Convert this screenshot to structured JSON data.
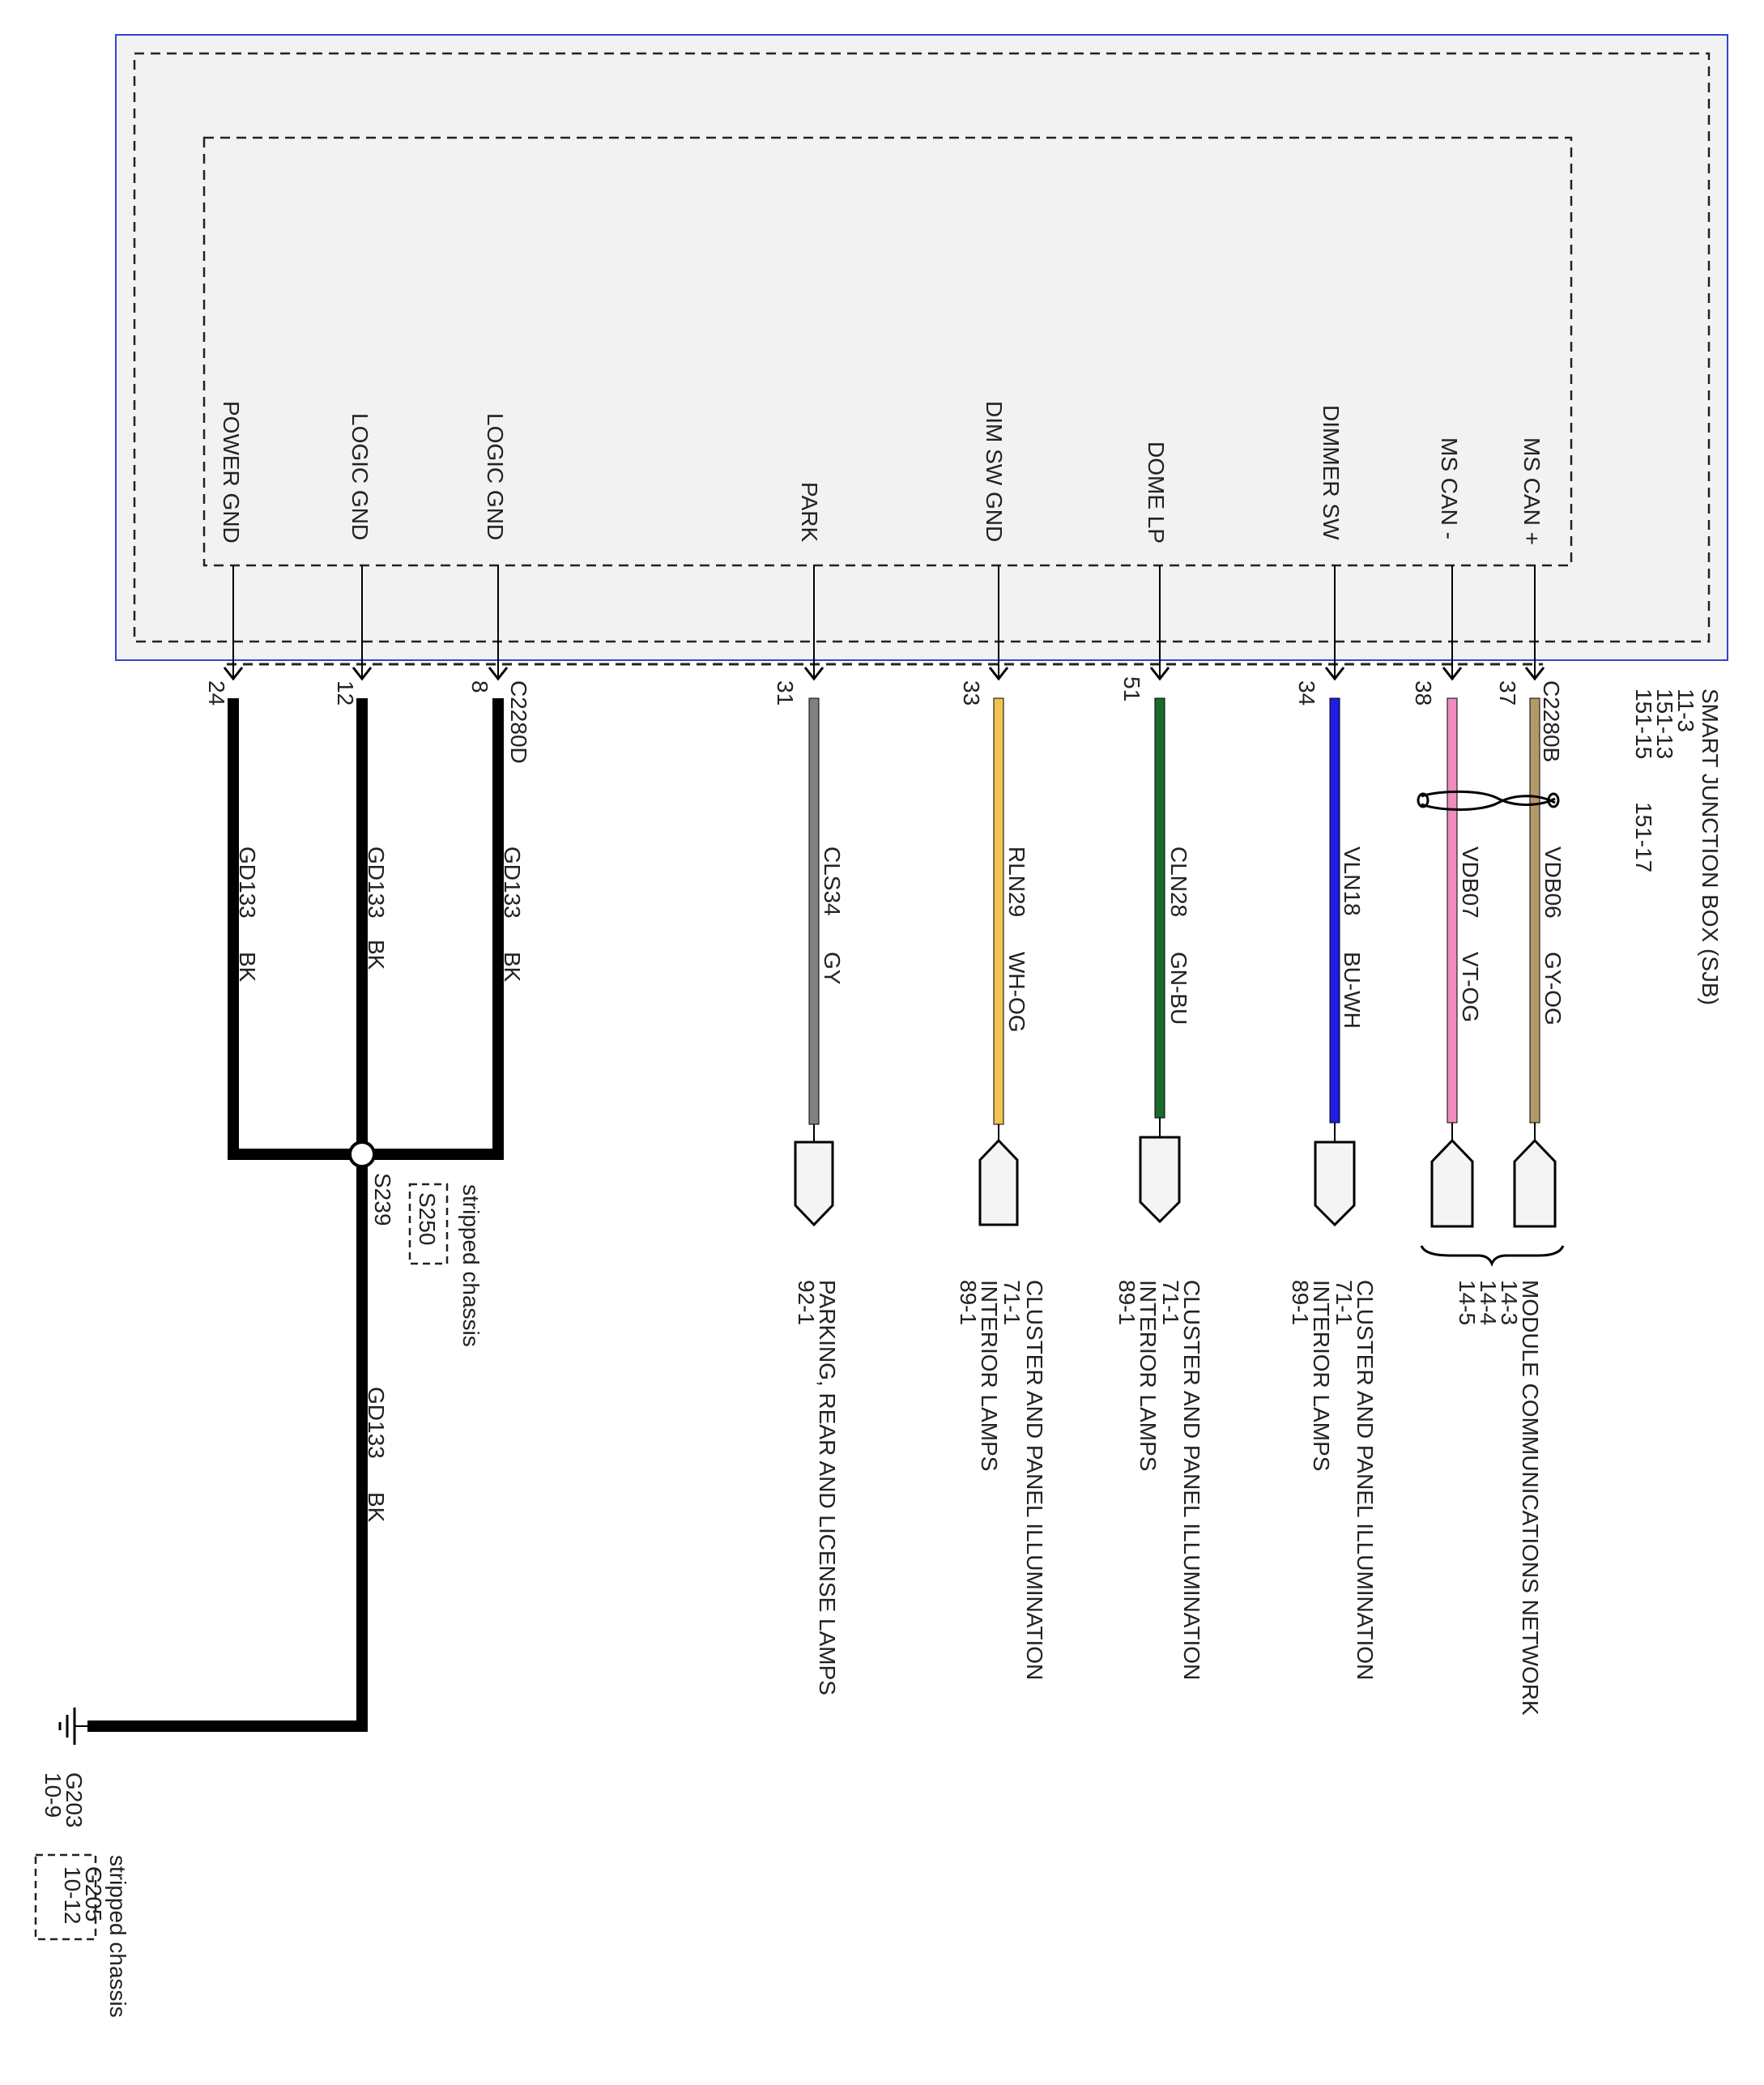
{
  "colors": {
    "module_border": "#3344cc",
    "module_fill": "#f2f2f2",
    "BK": "#000000",
    "GY": "#808080",
    "WH-OG": "#f3c250",
    "GN-BU": "#1a6b2e",
    "BU-WH": "#1f1fe0",
    "VT-OG": "#f08cbe",
    "GY-OG": "#b49a6a"
  },
  "module": {
    "name": "SMART JUNCTION BOX (SJB)",
    "refs": [
      "11-3",
      "151-13",
      "151-15",
      "151-17"
    ]
  },
  "connectors": {
    "left": "C2280D",
    "right": "C2280B"
  },
  "pins": [
    {
      "signal": "POWER GND",
      "pin": "24",
      "circuit": "GD133",
      "color_code": "BK",
      "color": "#000000",
      "thick": true
    },
    {
      "signal": "LOGIC GND",
      "pin": "12",
      "circuit": "GD133",
      "color_code": "BK",
      "color": "#000000",
      "thick": true
    },
    {
      "signal": "LOGIC GND",
      "pin": "8",
      "circuit": "GD133",
      "color_code": "BK",
      "color": "#000000",
      "thick": true
    },
    {
      "signal": "PARK",
      "pin": "31",
      "circuit": "CLS34",
      "color_code": "GY",
      "color": "#808080",
      "thick": false
    },
    {
      "signal": "DIM SW GND",
      "pin": "33",
      "circuit": "RLN29",
      "color_code": "WH-OG",
      "color": "#f3c250",
      "thick": false
    },
    {
      "signal": "DOME LP",
      "pin": "51",
      "circuit": "CLN28",
      "color_code": "GN-BU",
      "color": "#1a6b2e",
      "thick": false
    },
    {
      "signal": "DIMMER SW",
      "pin": "34",
      "circuit": "VLN18",
      "color_code": "BU-WH",
      "color": "#1f1fe0",
      "thick": false
    },
    {
      "signal": "MS CAN -",
      "pin": "38",
      "circuit": "VDB07",
      "color_code": "VT-OG",
      "color": "#f08cbe",
      "thick": false
    },
    {
      "signal": "MS CAN +",
      "pin": "37",
      "circuit": "VDB06",
      "color_code": "GY-OG",
      "color": "#b49a6a",
      "thick": false
    }
  ],
  "splice": {
    "name": "S239",
    "alt_name": "S250",
    "alt_note": "stripped chassis",
    "circuit": "GD133",
    "color_code": "BK"
  },
  "ground": {
    "name": "G203",
    "ref": "10-9",
    "alt_name": "G205",
    "alt_ref": "10-12",
    "alt_note": "stripped chassis"
  },
  "destinations": [
    {
      "title": "PARKING, REAR AND LICENSE LAMPS",
      "refs": [
        "92-1"
      ]
    },
    {
      "title": "CLUSTER AND PANEL ILLUMINATION",
      "subtitle": "INTERIOR LAMPS",
      "refs": [
        "71-1",
        "89-1"
      ]
    },
    {
      "title": "CLUSTER AND PANEL ILLUMINATION",
      "subtitle": "INTERIOR LAMPS",
      "refs": [
        "71-1",
        "89-1"
      ]
    },
    {
      "title": "CLUSTER AND PANEL ILLUMINATION",
      "subtitle": "INTERIOR LAMPS",
      "refs": [
        "71-1",
        "89-1"
      ]
    },
    {
      "title": "MODULE COMMUNICATIONS NETWORK",
      "refs": [
        "14-3",
        "14-4",
        "14-5"
      ]
    }
  ]
}
